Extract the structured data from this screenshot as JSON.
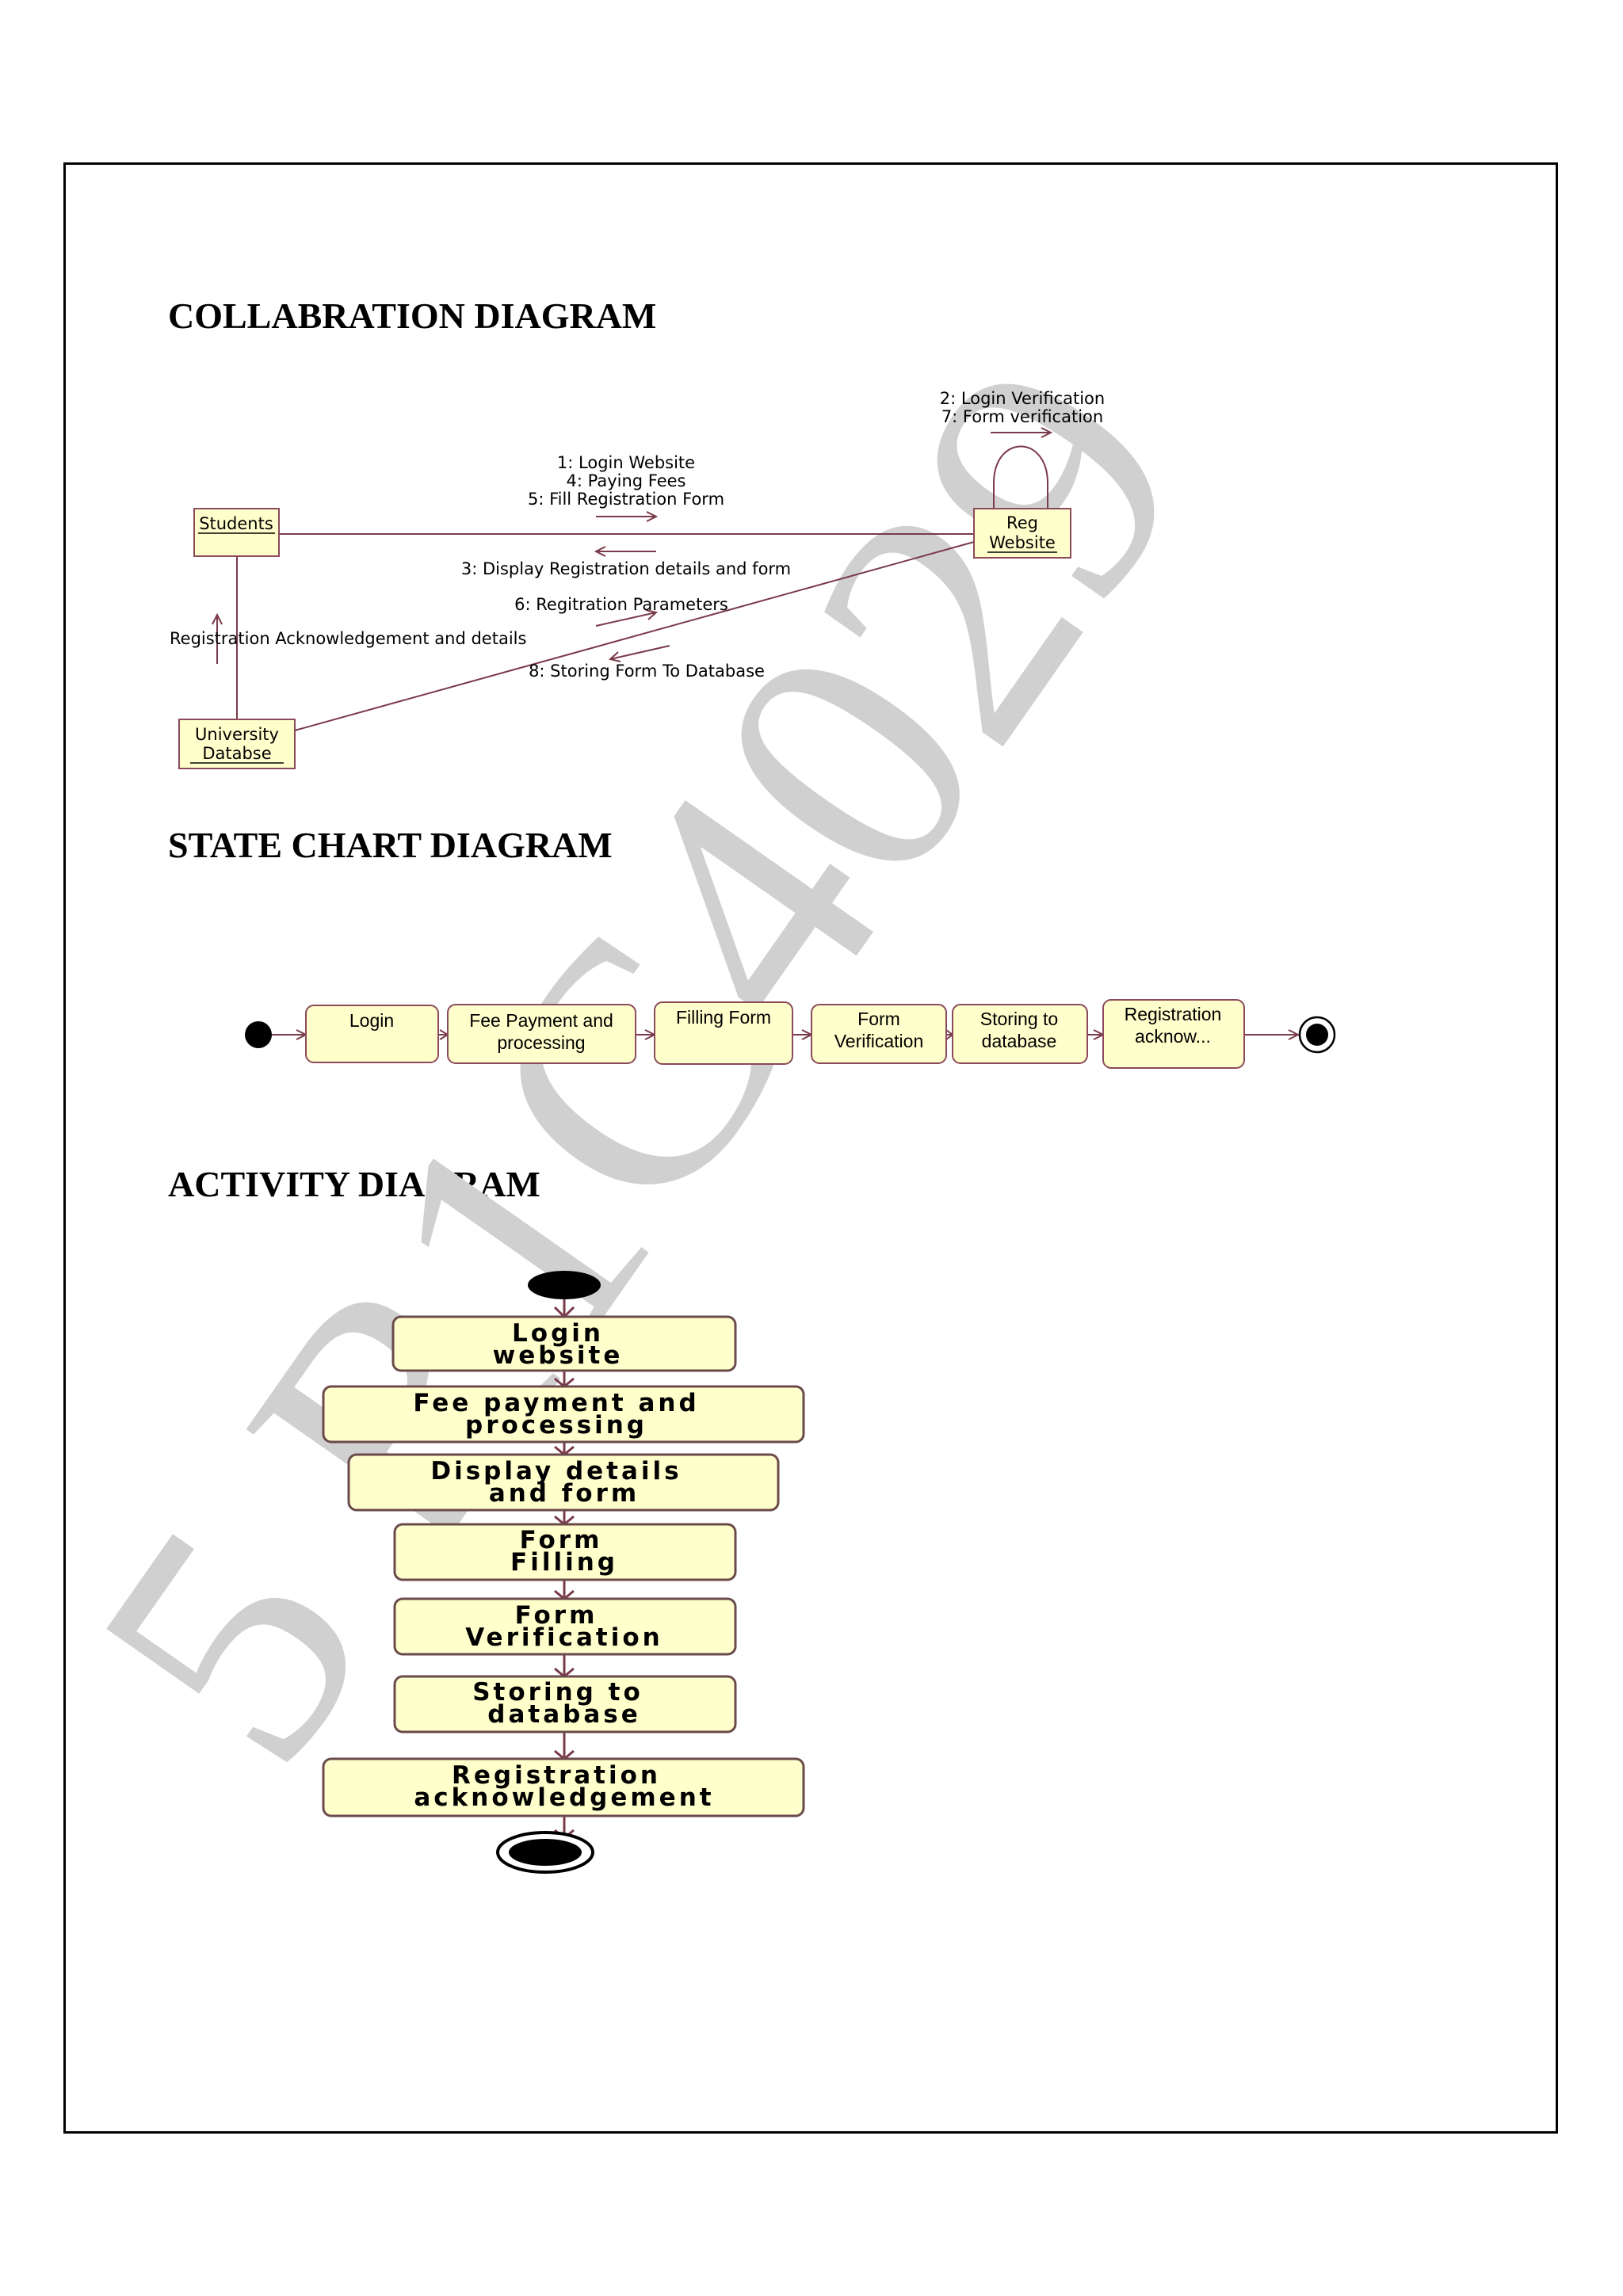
{
  "headings": {
    "collaboration": "COLLABRATION DIAGRAM",
    "state_chart": "STATE CHART DIAGRAM",
    "activity": "ACTIVITY DIAGRAM"
  },
  "collaboration": {
    "objects": {
      "students": "Students",
      "reg_website_line1": "Reg",
      "reg_website_line2": "Website",
      "university_db_line1": "University",
      "university_db_line2": "Databse"
    },
    "messages": {
      "self_1": "2: Login Verification",
      "self_2": "7: Form verification",
      "to_reg_1": "1: Login Website",
      "to_reg_2": "4: Paying Fees",
      "to_reg_3": "5: Fill Registration Form",
      "to_students": "3: Display Registration details and form",
      "to_db_params": "6: Regitration Parameters",
      "to_students_ack": "Registration Acknowledgement and details",
      "storing": "8: Storing Form To Database"
    }
  },
  "state_chart": {
    "states": [
      {
        "line1": "Login",
        "line2": ""
      },
      {
        "line1": "Fee Payment and",
        "line2": "processing"
      },
      {
        "line1": "Filling Form",
        "line2": ""
      },
      {
        "line1": "Form",
        "line2": "Verification"
      },
      {
        "line1": "Storing to",
        "line2": "database"
      },
      {
        "line1": "Registration",
        "line2": "acknow..."
      }
    ]
  },
  "activity": {
    "steps": [
      {
        "line1": "Login",
        "line2": "website"
      },
      {
        "line1": "Fee payment and",
        "line2": "processing"
      },
      {
        "line1": "Display details",
        "line2": "and form"
      },
      {
        "line1": "Form",
        "line2": "Filling"
      },
      {
        "line1": "Form",
        "line2": "Verification"
      },
      {
        "line1": "Storing to",
        "line2": "database"
      },
      {
        "line1": "Registration",
        "line2": "acknowledgement"
      }
    ]
  },
  "watermark": "5 R1C4029",
  "colors": {
    "node_fill": "#ffffcc",
    "node_stroke": "#8b4a5a",
    "line": "#7a3a4a",
    "watermark": "#d0d0d0"
  }
}
